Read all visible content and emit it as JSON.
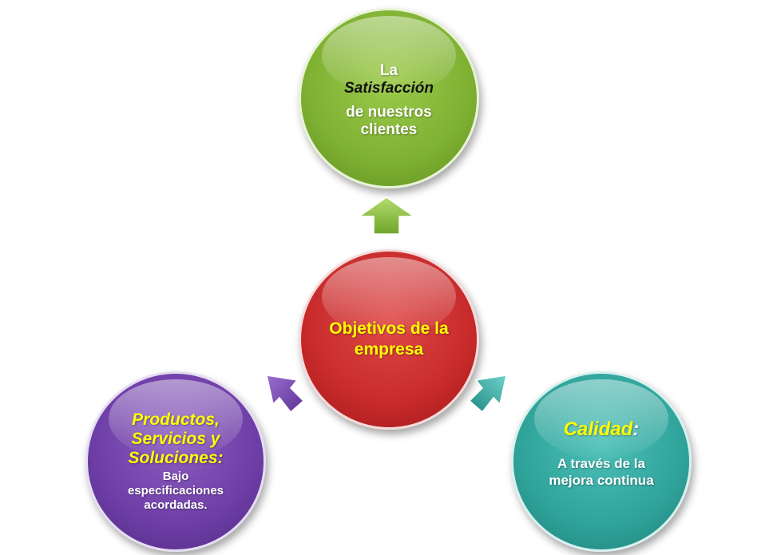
{
  "top_circle": {
    "line1": "La",
    "line2": "Satisfacción",
    "line3": "de nuestros clientes",
    "color": "#7eb032"
  },
  "center_circle": {
    "text": "Objetivos de la empresa",
    "color": "#c72a2a"
  },
  "left_circle": {
    "heading": "Productos, Servicios y Soluciones:",
    "subtext": "Bajo especificaciones acordadas.",
    "color": "#6d3ea6"
  },
  "right_circle": {
    "heading": "Calidad",
    "colon": ":",
    "subtext": "A través de la mejora continua",
    "color": "#2fa39a"
  },
  "arrows": {
    "up_color": "#8cc63f",
    "left_color": "#7e4bb3",
    "right_color": "#37a89e"
  }
}
